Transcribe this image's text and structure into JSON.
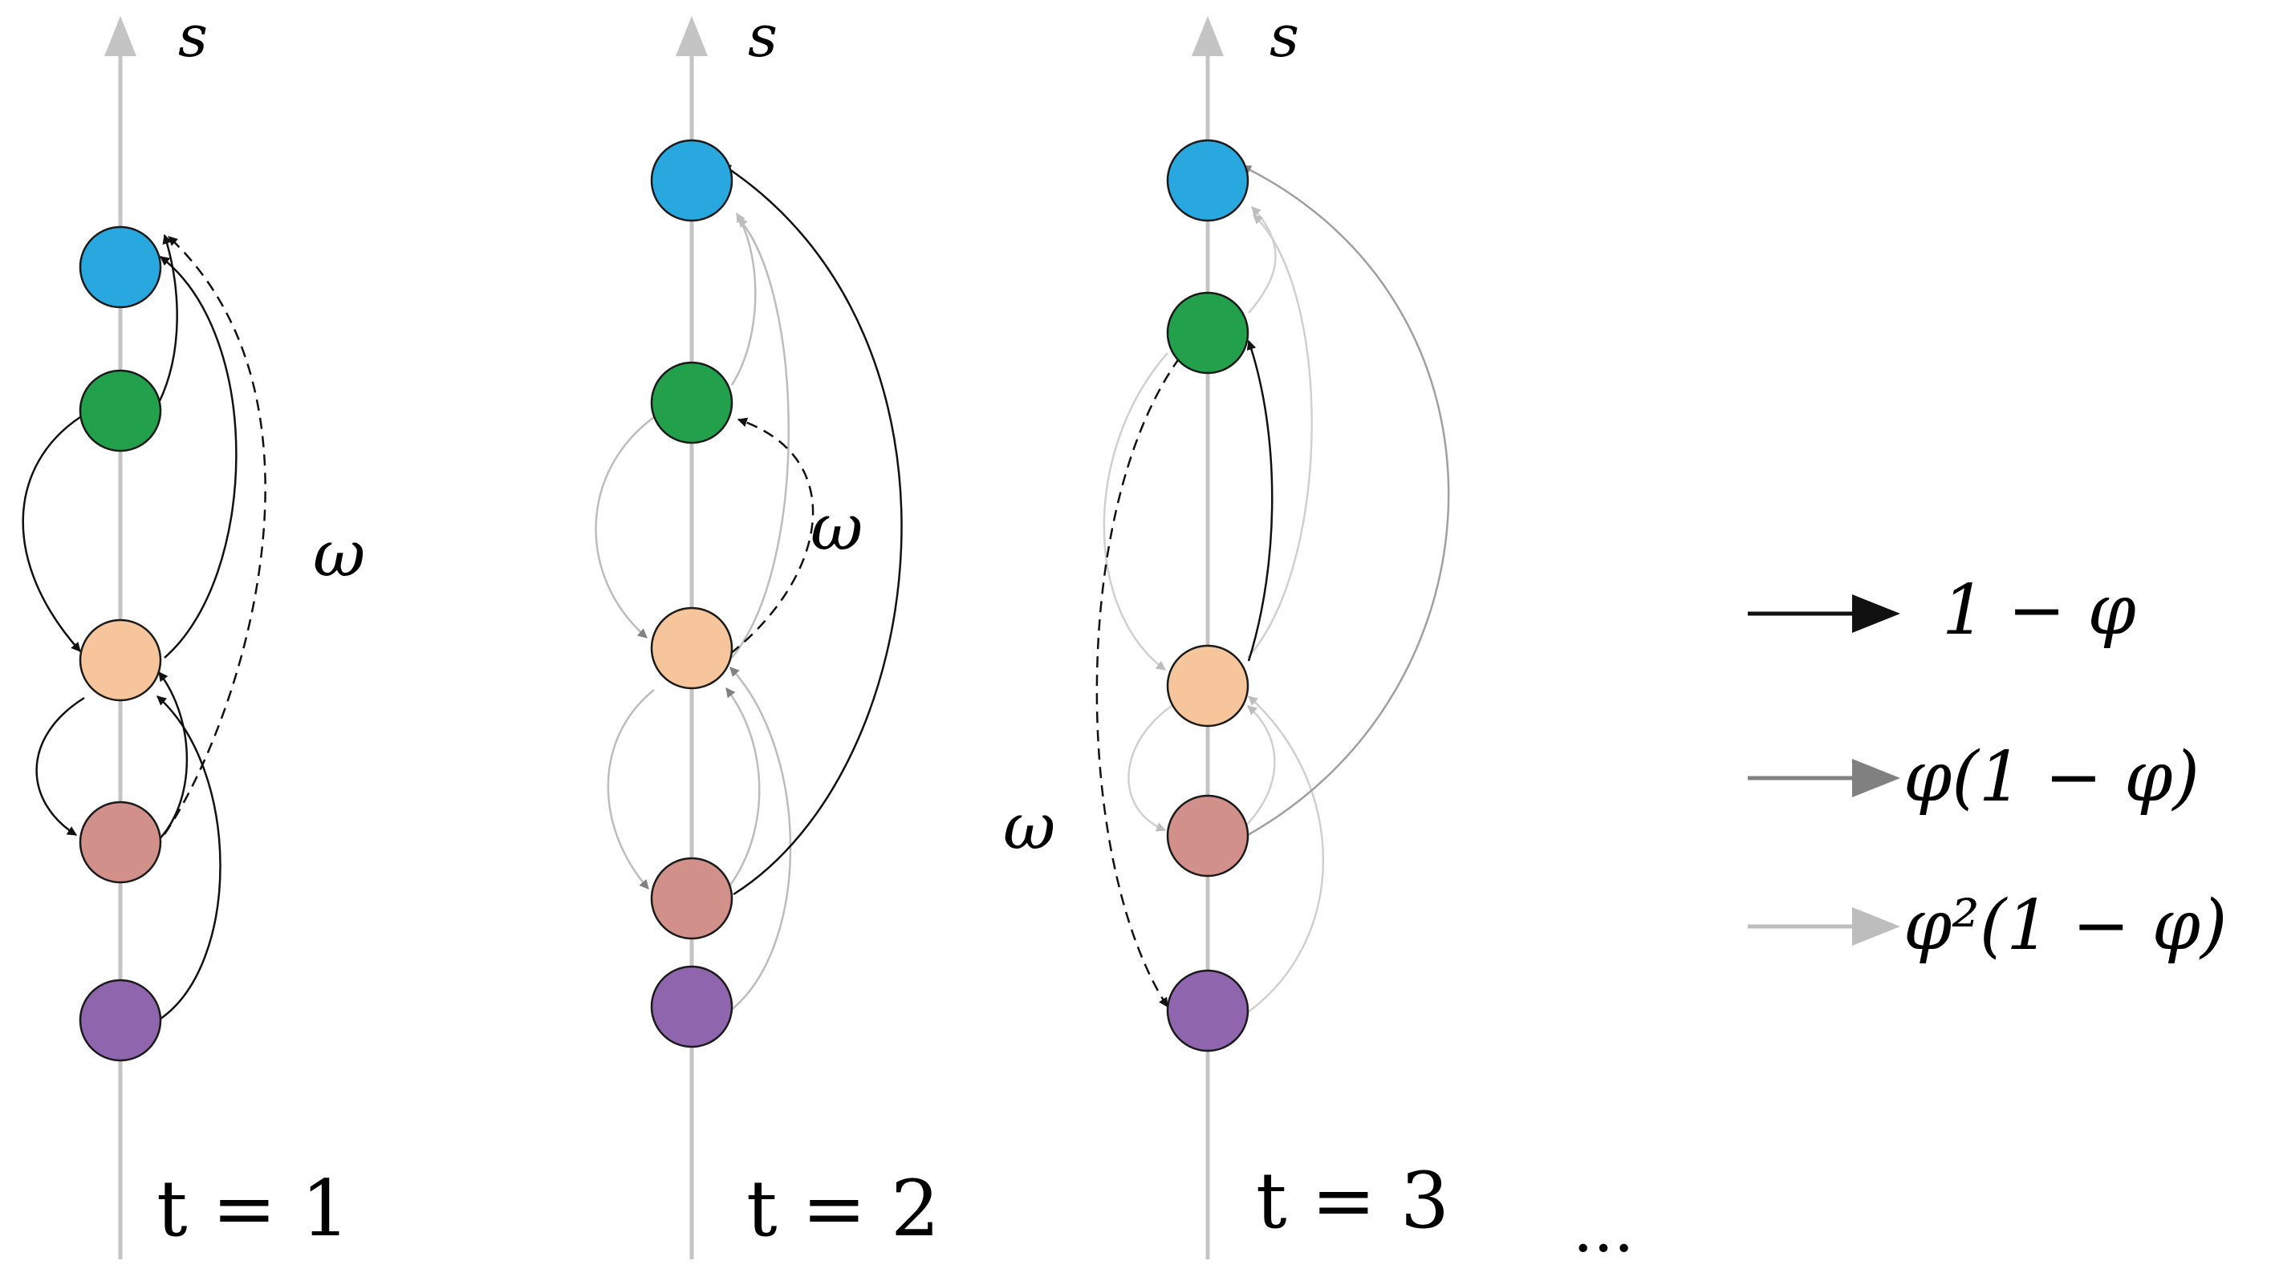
{
  "colors": {
    "black": "#111111",
    "gray": "#808080",
    "light": "#bdbdbd",
    "axis": "#c4c4c4",
    "blue": "#29a8df",
    "green": "#22a04b",
    "peach": "#f6c59c",
    "pink": "#d1908a",
    "purple": "#8f66ad"
  },
  "axis_label": "s",
  "omega_label": "ω",
  "panels": [
    {
      "time_label": "t = 1"
    },
    {
      "time_label": "t = 2"
    },
    {
      "time_label": "t = 3"
    }
  ],
  "ellipsis": "...",
  "legend": [
    {
      "label": "1 − φ",
      "color": "black"
    },
    {
      "label": "φ(1 − φ)",
      "color": "gray"
    },
    {
      "label": "φ²(1 − φ)",
      "color": "light"
    }
  ]
}
